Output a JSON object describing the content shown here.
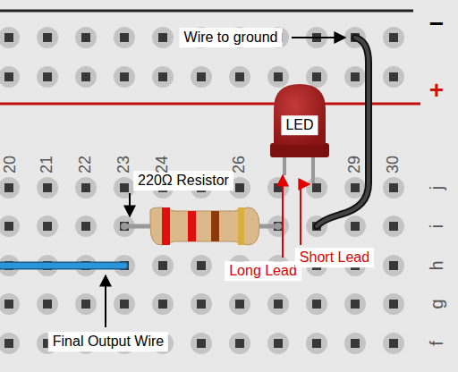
{
  "diagram": {
    "labels": [
      "Wire to ground",
      "LED",
      "220Ω Resistor",
      "Long Lead",
      "Short Lead",
      "Final Output Wire",
      "−",
      "+",
      "20",
      "21",
      "22",
      "23",
      "24",
      "26",
      "29",
      "30",
      "j",
      "i",
      "h",
      "g",
      "f"
    ]
  }
}
